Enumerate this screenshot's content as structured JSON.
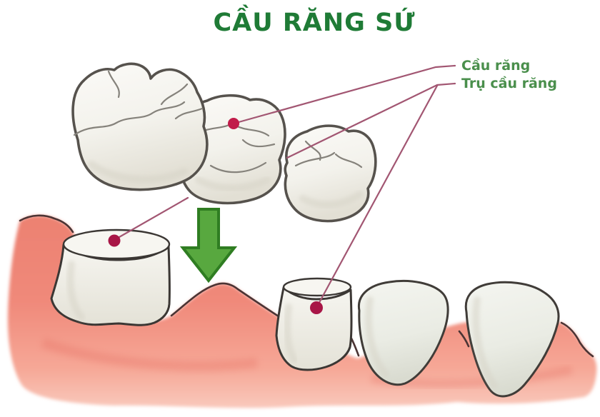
{
  "title": "CẦU RĂNG SỨ",
  "labels": {
    "bridge": "Cầu răng",
    "abutment": "Trụ cầu răng"
  },
  "figure": {
    "type": "dental-illustration",
    "description_elements": {
      "bridge_crowns": 3,
      "abutment_teeth": 2,
      "natural_teeth": 2,
      "marker_dots": 3,
      "down_arrow_icon": "⬇"
    }
  },
  "colors": {
    "title-green": "#1f7b36",
    "label-green": "#4a8f4c",
    "leader-line": "#a25672",
    "marker-crimson": "#a81647",
    "arrow-green": "#58a83f",
    "arrow-border": "#2f7d22",
    "gum-pink": "#f0887a",
    "gum-outline": "#4b3434",
    "tooth-outline": "#56524d"
  }
}
